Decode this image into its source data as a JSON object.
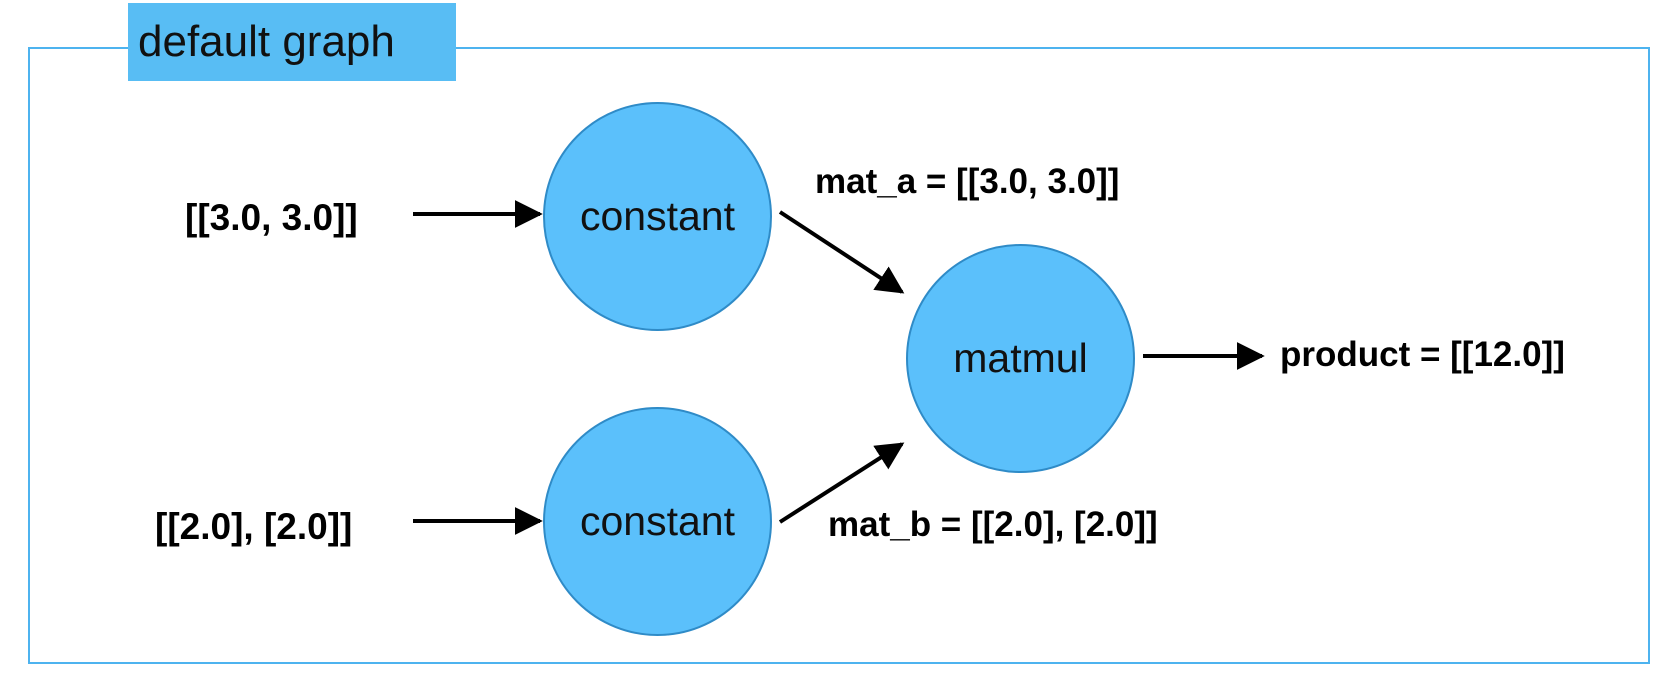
{
  "graph": {
    "title": "default graph",
    "colors": {
      "border": "#4db3ef",
      "title_bg": "#58bdf4",
      "node_fill": "#5bc0fb",
      "node_stroke": "#2f8bc7",
      "arrow": "#000000"
    },
    "nodes": [
      {
        "id": "constant_a",
        "label": "constant"
      },
      {
        "id": "constant_b",
        "label": "constant"
      },
      {
        "id": "matmul",
        "label": "matmul"
      }
    ],
    "inputs": [
      {
        "label": "[[3.0, 3.0]]",
        "to": "constant_a"
      },
      {
        "label": "[[2.0], [2.0]]",
        "to": "constant_b"
      }
    ],
    "edges": [
      {
        "from": "constant_a",
        "to": "matmul",
        "label": "mat_a = [[3.0, 3.0]]"
      },
      {
        "from": "constant_b",
        "to": "matmul",
        "label": "mat_b = [[2.0], [2.0]]"
      }
    ],
    "output": {
      "from": "matmul",
      "label": "product = [[12.0]]"
    }
  }
}
